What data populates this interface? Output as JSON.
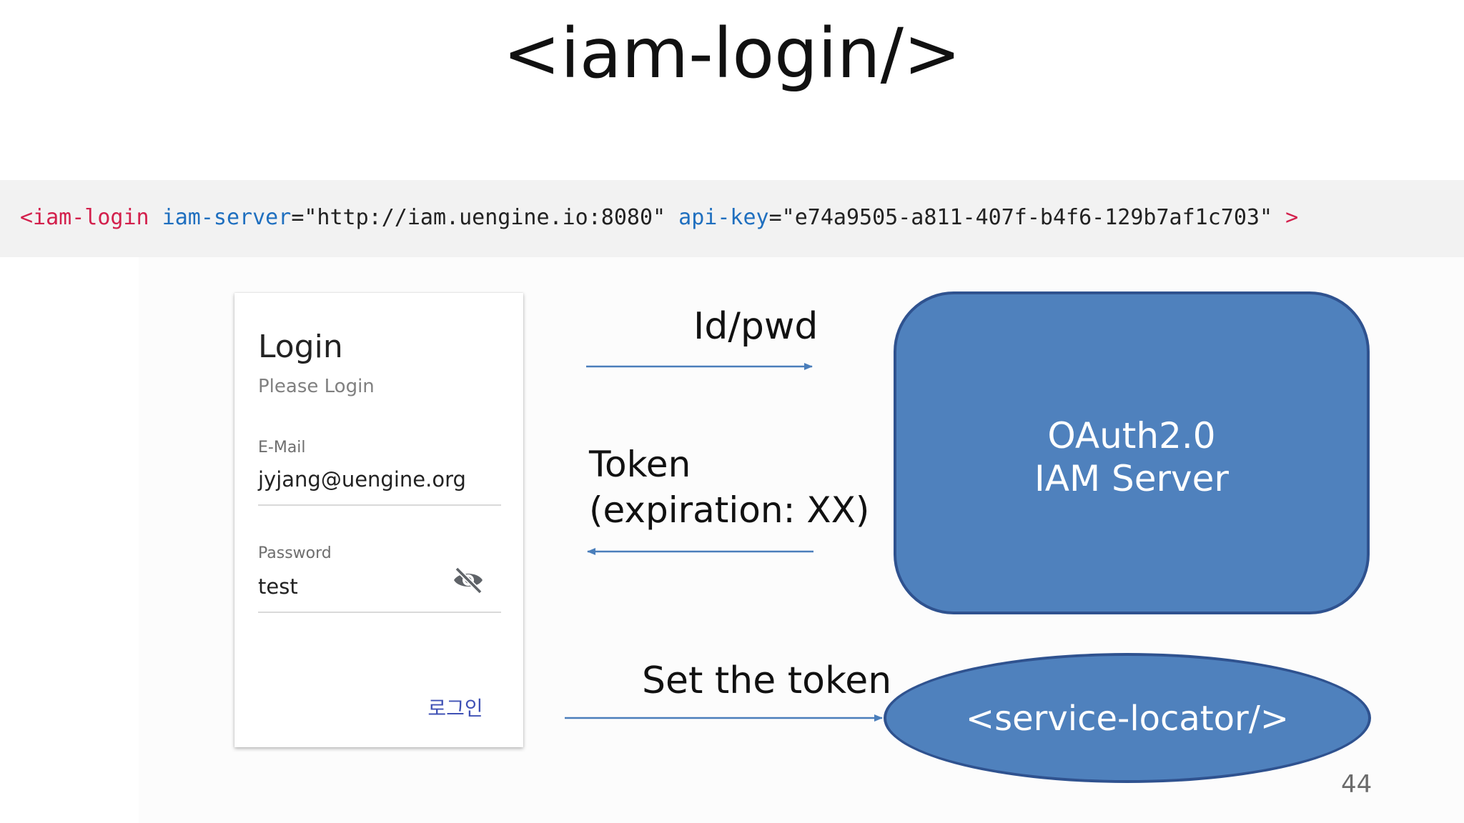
{
  "slide": {
    "title": "<iam-login/>",
    "page_number": "44"
  },
  "code": {
    "tag_open": "<iam-login",
    "attr1_name": "iam-server",
    "attr1_eq": "=",
    "attr1_value": "\"http://iam.uengine.io:8080\"",
    "attr2_name": "api-key",
    "attr2_eq": "=",
    "attr2_value": "\"e74a9505-a811-407f-b4f6-129b7af1c703\"",
    "tag_close": ">"
  },
  "login_card": {
    "title": "Login",
    "subtitle": "Please Login",
    "email_label": "E-Mail",
    "email_value": "jyjang@uengine.org",
    "password_label": "Password",
    "password_value": "test",
    "toggle_icon": "eye-off-icon",
    "submit_label": "로그인",
    "accent_color": "#3f51b5"
  },
  "diagram": {
    "arrow_request_label": "Id/pwd",
    "arrow_response_label_line1": "Token",
    "arrow_response_label_line2": "(expiration:  XX)",
    "arrow_set_label": "Set the token",
    "server_line1": "OAuth2.0",
    "server_line2": "IAM Server",
    "locator_label": "<service-locator/>",
    "shape_fill_color": "#4f81bd",
    "shape_border_color": "#2f528f",
    "arrow_color": "#4a7ebb"
  }
}
